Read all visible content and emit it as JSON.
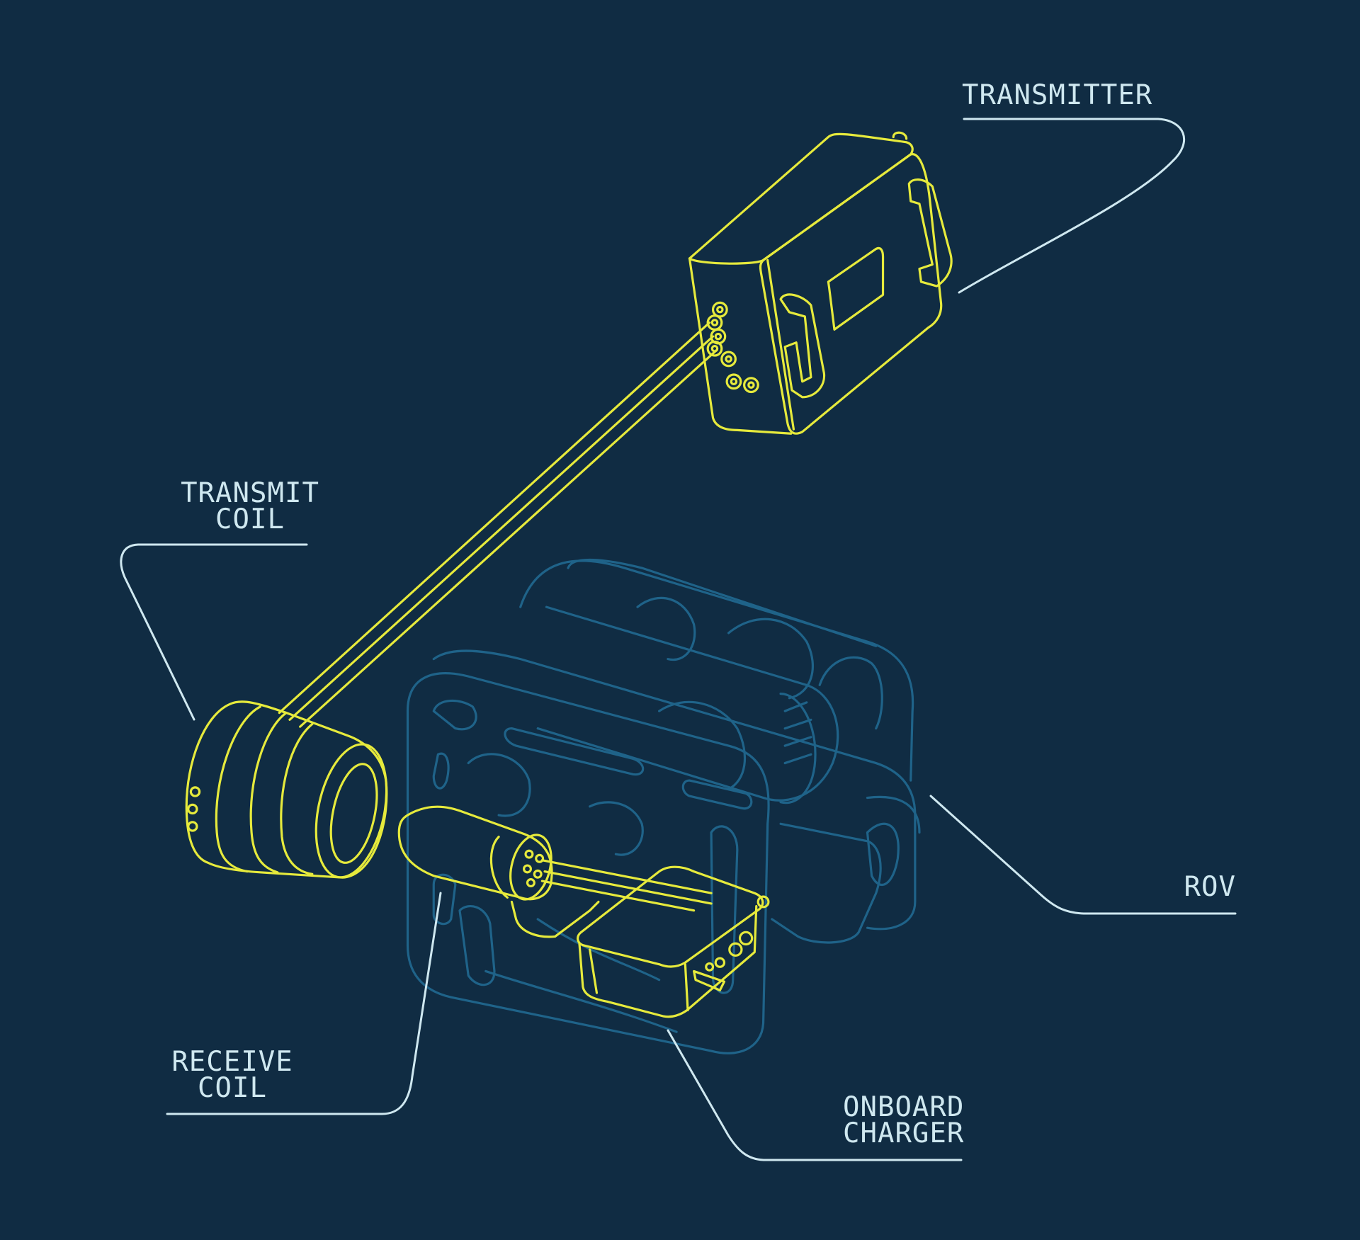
{
  "colors": {
    "background": "#102c43",
    "highlight": "#e6ea3c",
    "rov": "#1f6389",
    "label": "#cfe8f0"
  },
  "labels": {
    "transmitter": [
      "TRANSMITTER"
    ],
    "transmit_coil": [
      "TRANSMIT",
      "COIL"
    ],
    "rov": [
      "ROV"
    ],
    "receive_coil": [
      "RECEIVE",
      "COIL"
    ],
    "onboard_charger": [
      "ONBOARD",
      "CHARGER"
    ]
  }
}
